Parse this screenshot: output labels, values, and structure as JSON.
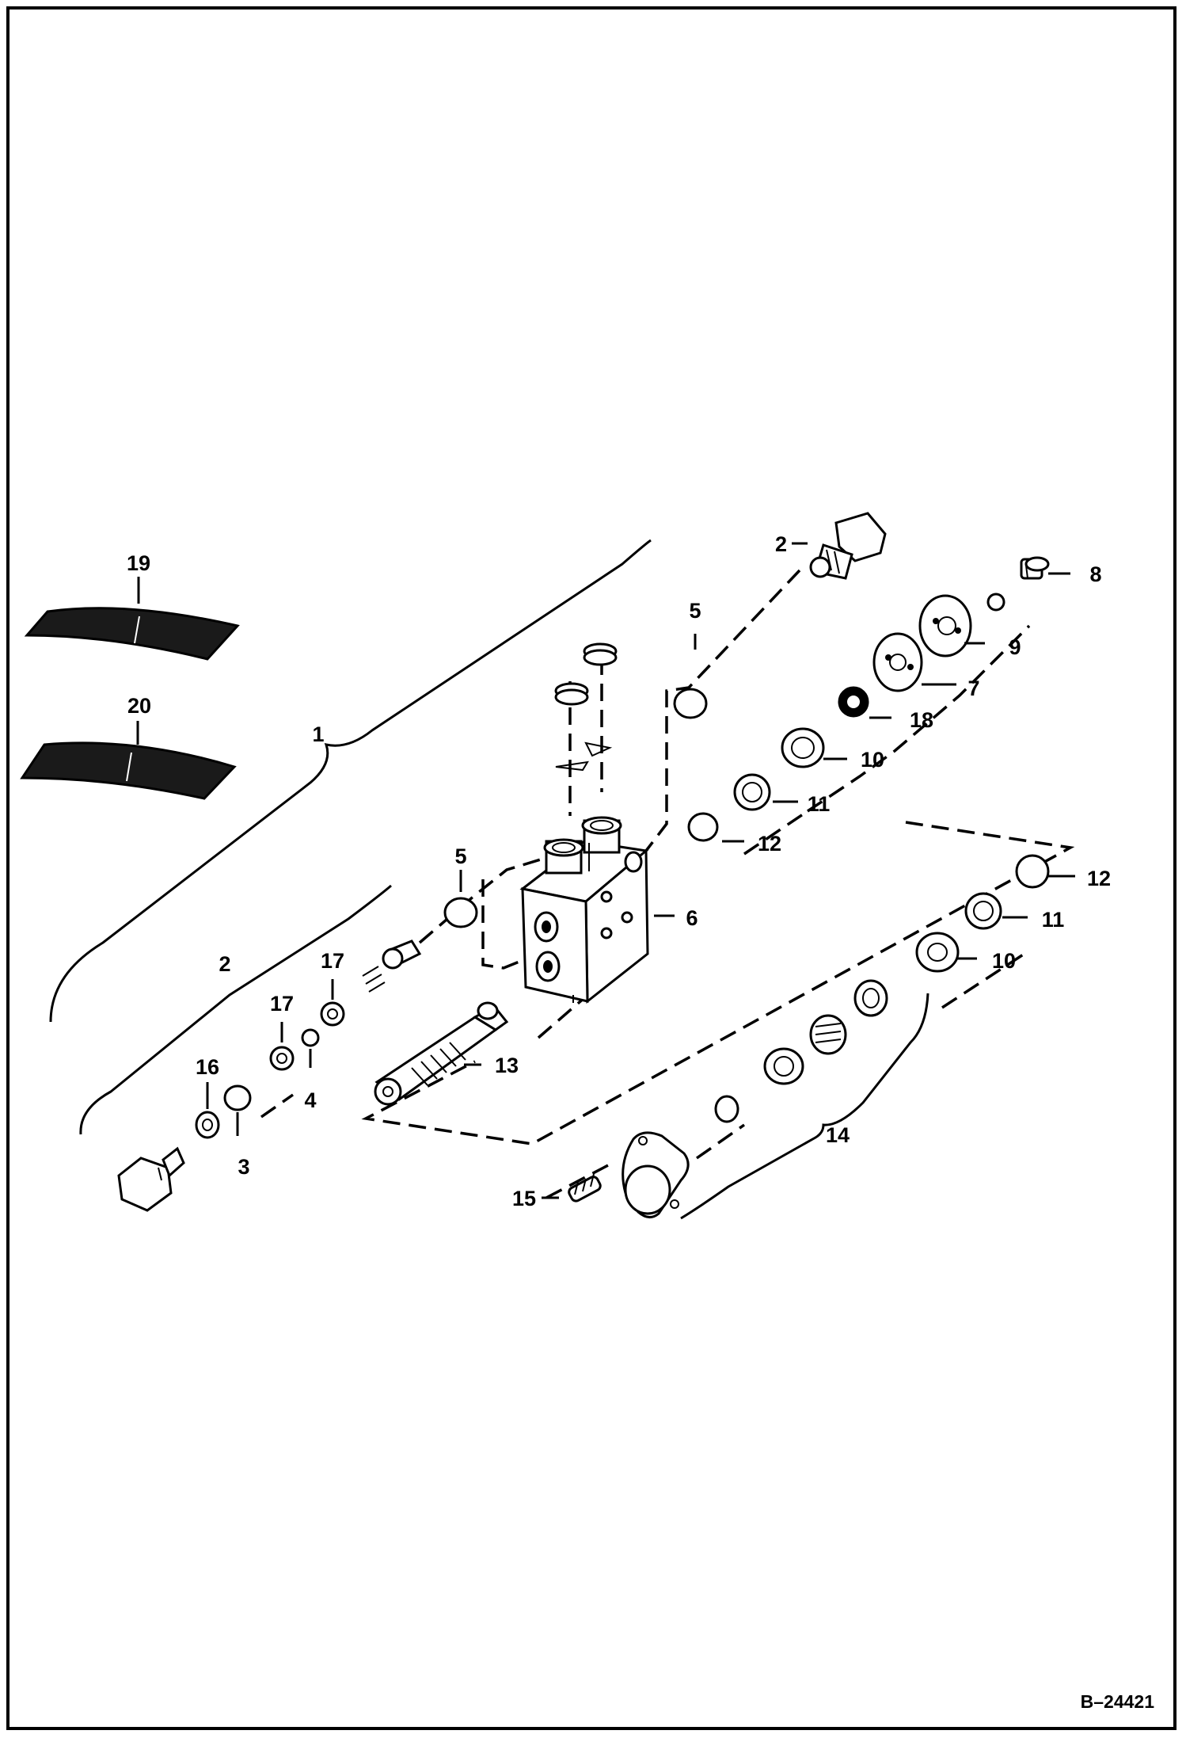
{
  "diagram": {
    "reference_number": "B–24421",
    "callouts": {
      "c1": "1",
      "c2a": "2",
      "c2b": "2",
      "c3": "3",
      "c4": "4",
      "c5a": "5",
      "c5b": "5",
      "c6": "6",
      "c7": "7",
      "c8": "8",
      "c9": "9",
      "c10a": "10",
      "c10b": "10",
      "c11a": "11",
      "c11b": "11",
      "c12a": "12",
      "c12b": "12",
      "c13": "13",
      "c14": "14",
      "c15": "15",
      "c16": "16",
      "c17a": "17",
      "c17b": "17",
      "c18": "18",
      "c19": "19",
      "c20": "20"
    }
  }
}
